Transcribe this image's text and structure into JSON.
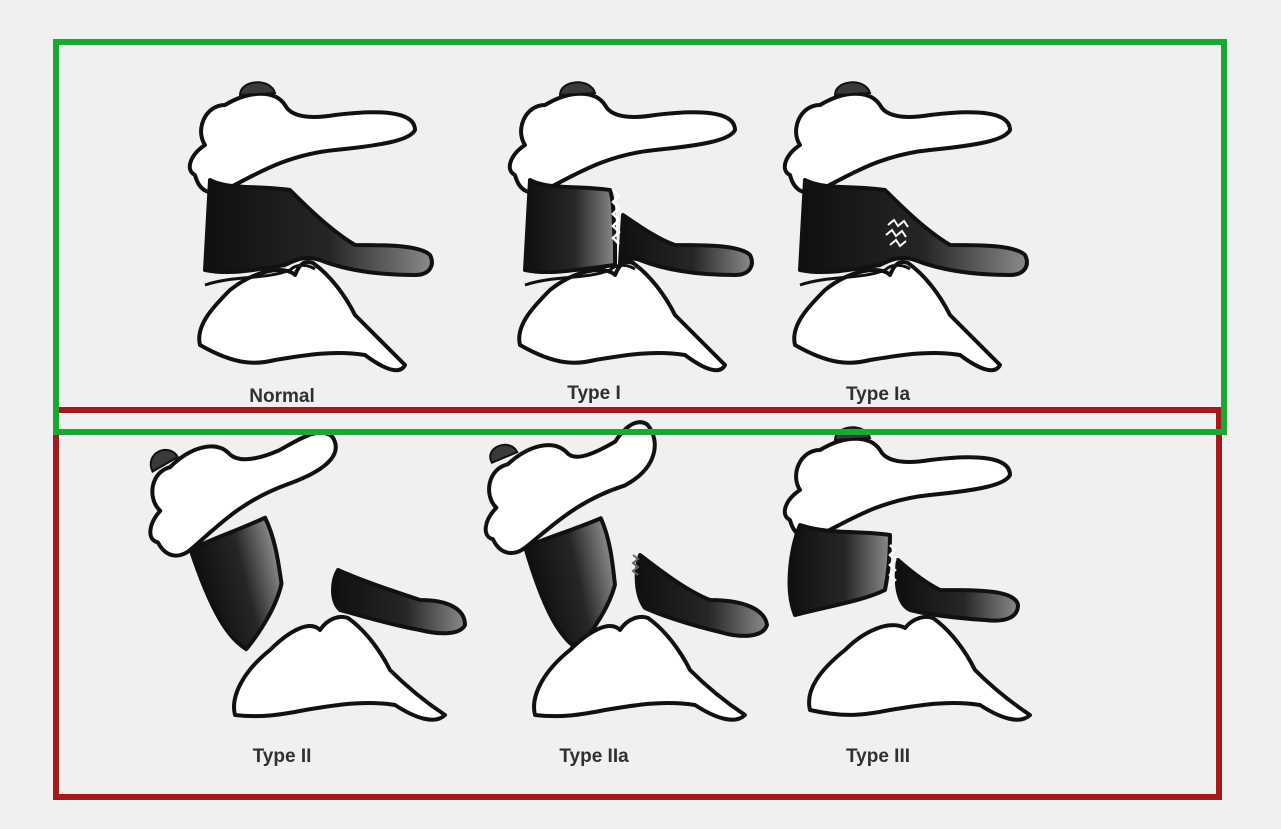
{
  "colors": {
    "background": "#f0f0f0",
    "group_stable": "#1aa834",
    "group_unstable": "#a8171d",
    "bone_fill": "#ffffff",
    "outline": "#111111",
    "dens_fill": "#1b1b1b"
  },
  "groups": [
    {
      "name": "stable-group",
      "color_key": "group_stable"
    },
    {
      "name": "unstable-group",
      "color_key": "group_unstable"
    }
  ],
  "panels": [
    {
      "id": "normal",
      "label": "Normal",
      "fracture": "none"
    },
    {
      "id": "type-i",
      "label": "Type I",
      "fracture": "tip"
    },
    {
      "id": "type-ia",
      "label": "Type Ia",
      "fracture": "tip-displaced"
    },
    {
      "id": "type-ii",
      "label": "Type II",
      "fracture": "base"
    },
    {
      "id": "type-iia",
      "label": "Type IIa",
      "fracture": "base-comminuted"
    },
    {
      "id": "type-iii",
      "label": "Type III",
      "fracture": "body"
    }
  ]
}
